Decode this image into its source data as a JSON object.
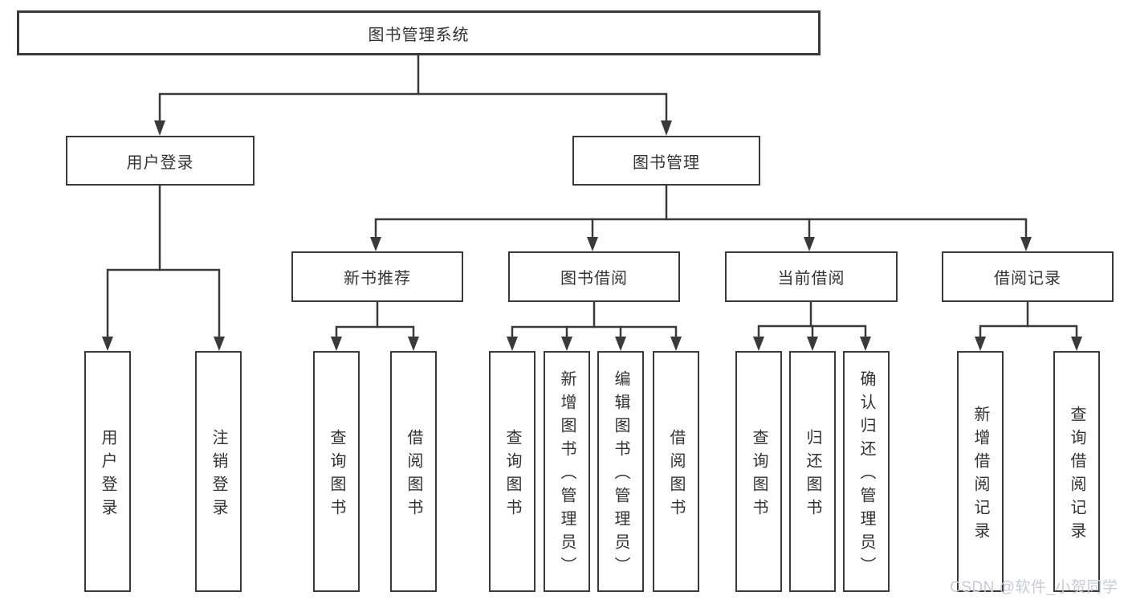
{
  "tree": {
    "root": "图书管理系统",
    "level2": {
      "user_login": "用户登录",
      "book_mgmt": "图书管理"
    },
    "level3": {
      "new_book_rec": "新书推荐",
      "book_borrow": "图书借阅",
      "current_borrow": "当前借阅",
      "borrow_records": "借阅记录"
    },
    "leaves": {
      "user_login": [
        "用户登录",
        "注销登录"
      ],
      "new_book_rec": [
        "查询图书",
        "借阅图书"
      ],
      "book_borrow": [
        "查询图书",
        "新增图书（管理员）",
        "编辑图书（管理员）",
        "借阅图书"
      ],
      "current_borrow": [
        "查询图书",
        "归还图书",
        "确认归还（管理员）"
      ],
      "borrow_records": [
        "新增借阅记录",
        "查询借阅记录"
      ]
    }
  },
  "watermark": "CSDN @软件_小贺同学",
  "colors": {
    "line": "#3a3a3a",
    "text": "#333333",
    "watermark": "#c9cad6",
    "background": "#ffffff"
  }
}
